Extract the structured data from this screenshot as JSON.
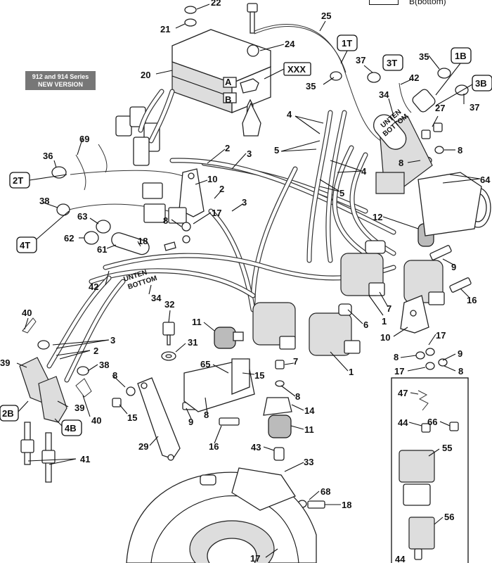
{
  "version_badge": {
    "line1": "912 and 914 Series",
    "line2": "NEW VERSION"
  },
  "legend": {
    "b_label": "B(bottom)"
  },
  "connector_tags": {
    "a": "A",
    "b": "B",
    "xxx": "XXX"
  },
  "boxed_labels": [
    "1T",
    "3T",
    "1B",
    "3B",
    "2T",
    "4T",
    "2B",
    "4B"
  ],
  "wire_text": [
    "UNTEN",
    "BOTTOM"
  ],
  "callouts": [
    "1",
    "2",
    "3",
    "4",
    "5",
    "6",
    "7",
    "8",
    "9",
    "10",
    "11",
    "12",
    "14",
    "15",
    "16",
    "17",
    "18",
    "20",
    "21",
    "22",
    "24",
    "25",
    "27",
    "29",
    "31",
    "32",
    "33",
    "34",
    "35",
    "36",
    "37",
    "38",
    "39",
    "40",
    "41",
    "42",
    "43",
    "44",
    "47",
    "55",
    "56",
    "61",
    "62",
    "63",
    "64",
    "65",
    "66",
    "68",
    "69"
  ],
  "colors": {
    "badge_bg": "#777777",
    "line": "#111111"
  }
}
